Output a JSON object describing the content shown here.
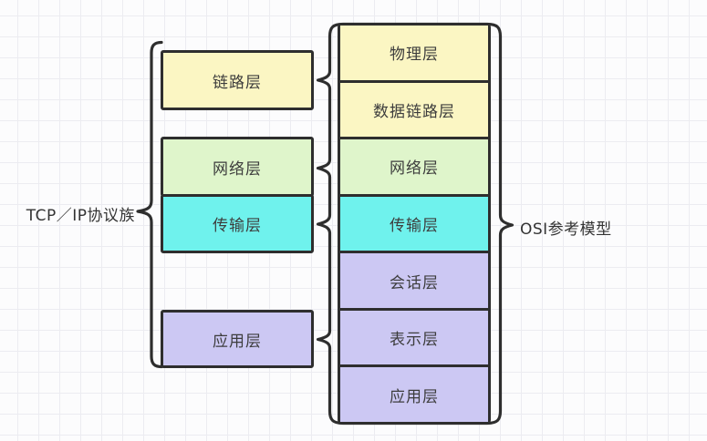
{
  "tcpip_stack": {
    "label": "TCP／IP协议族",
    "layers": [
      {
        "label": "链路层",
        "color": "#fbf6c3"
      },
      {
        "label": "网络层",
        "color": "#dff5cb"
      },
      {
        "label": "传输层",
        "color": "#6ff2ed"
      },
      {
        "label": "应用层",
        "color": "#ccc8f3"
      }
    ]
  },
  "osi_stack": {
    "label": "OSI参考模型",
    "layers": [
      {
        "label": "物理层",
        "color": "#fbf6c3"
      },
      {
        "label": "数据链路层",
        "color": "#fbf6c3"
      },
      {
        "label": "网络层",
        "color": "#dff5cb"
      },
      {
        "label": "传输层",
        "color": "#6ff2ed"
      },
      {
        "label": "会话层",
        "color": "#ccc8f3"
      },
      {
        "label": "表示层",
        "color": "#ccc8f3"
      },
      {
        "label": "应用层",
        "color": "#ccc8f3"
      }
    ]
  },
  "mappings": [
    {
      "from": "链路层",
      "to": [
        "物理层",
        "数据链路层"
      ]
    },
    {
      "from": "网络层",
      "to": [
        "网络层"
      ]
    },
    {
      "from": "传输层",
      "to": [
        "传输层"
      ]
    },
    {
      "from": "应用层",
      "to": [
        "会话层",
        "表示层",
        "应用层"
      ]
    }
  ],
  "colors": {
    "border": "#2e2e2e",
    "text": "#3d3d3d",
    "label_text": "#333333",
    "grid_line": "#ececf1",
    "background": "#fcfcfd",
    "yellow": "#fbf6c3",
    "green": "#dff5cb",
    "cyan": "#6ff2ed",
    "purple": "#ccc8f3"
  }
}
